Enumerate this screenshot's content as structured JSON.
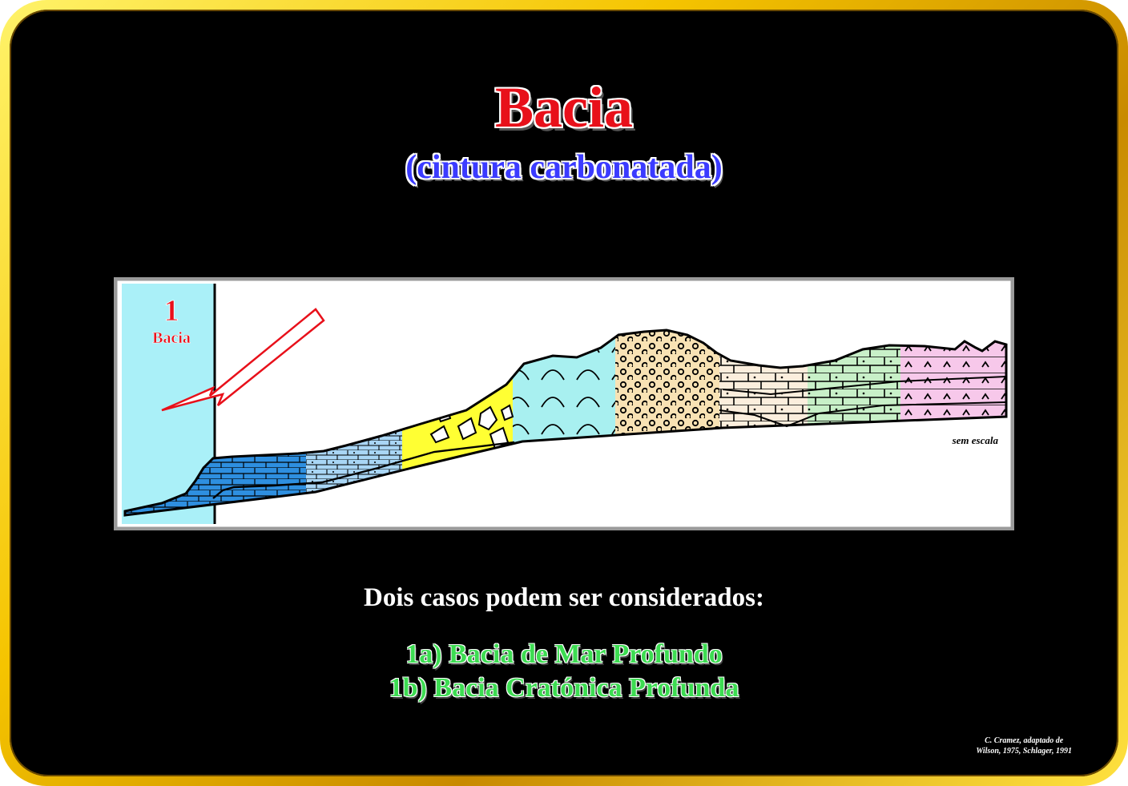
{
  "title": "Bacia",
  "subtitle": "(cintura carbonatada)",
  "diagram": {
    "panel_number": "1",
    "panel_label": "Bacia",
    "scale_note": "sem escala"
  },
  "intro_text": "Dois casos podem ser considerados:",
  "cases": [
    "1a) Bacia de Mar Profundo",
    "1b) Bacia Cratónica Profunda"
  ],
  "credit": {
    "line1": "C. Cramez, adaptado de",
    "line2": "Wilson, 1975,  Schlager, 1991"
  },
  "colors": {
    "frame_gold": "#f5c400",
    "title_red": "#e8101a",
    "subtitle_blue": "#3b3bff",
    "case_green": "#3ddc52",
    "basin_panel": "#aaf0f8",
    "deep_blue": "#2e8fe0",
    "light_blue": "#a9d6f5",
    "yellow": "#ffff33",
    "cyan": "#a8f0f0",
    "tan": "#f8e2b4",
    "cream": "#fbeedd",
    "green": "#c8f0c8",
    "pink": "#f7c8ea"
  }
}
